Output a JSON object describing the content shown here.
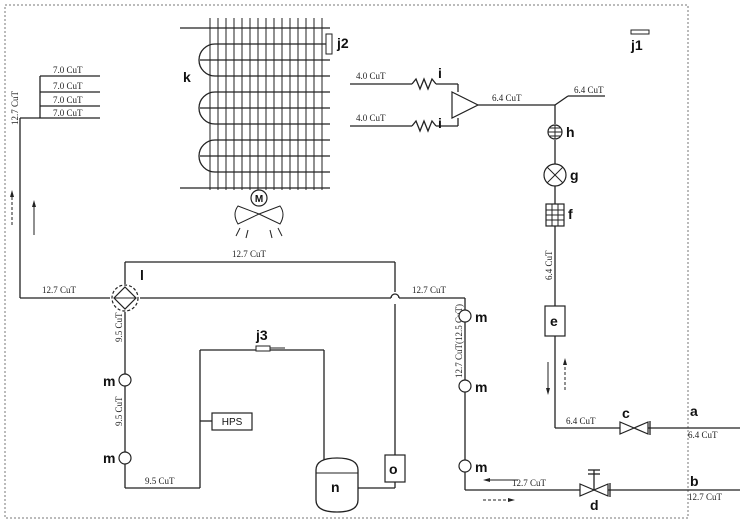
{
  "pipe_labels": {
    "cu7_1": "7.0 CuT",
    "cu7_2": "7.0 CuT",
    "cu7_3": "7.0 CuT",
    "cu7_4": "7.0 CuT",
    "left_vertical": "12.7 CuT",
    "mid_top": "12.7 CuT",
    "left_horizontal": "12.7 CuT",
    "right_horizontal": "12.7 CuT",
    "mid_vertical": "12.7 CuT(12.5 CuT)",
    "cap1": "4.0 CuT",
    "cap2": "4.0 CuT",
    "dist_out": "6.4 CuT",
    "dist_top": "6.4 CuT",
    "right_vertical": "6.4 CuT",
    "bottom_right_64": "6.4 CuT",
    "a_label": "6.4 CuT",
    "bottom_127": "12.7 CuT",
    "b_label": "12.7 CuT",
    "vert_95_1": "9.5 CuT",
    "vert_95_2": "9.5 CuT",
    "bottom_95": "9.5 CuT"
  },
  "components": {
    "a": "a",
    "b": "b",
    "c": "c",
    "d": "d",
    "e": "e",
    "f": "f",
    "g": "g",
    "h": "h",
    "i1": "i",
    "i2": "i",
    "j1": "j1",
    "j2": "j2",
    "j3": "j3",
    "k": "k",
    "l": "l",
    "m1": "m",
    "m2": "m",
    "m3": "m",
    "m4": "m",
    "m5": "m",
    "n": "n",
    "o": "o",
    "motor": "M",
    "hps": "HPS"
  }
}
